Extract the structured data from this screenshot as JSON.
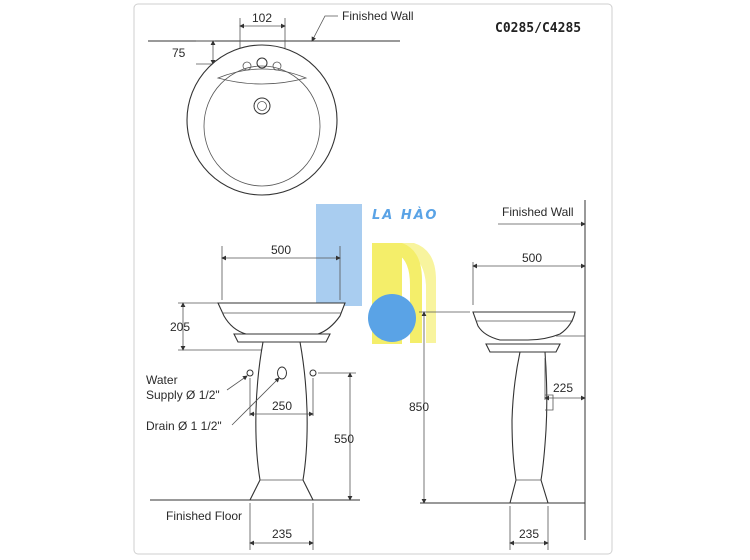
{
  "model_code": "C0285/C4285",
  "watermark": {
    "text": "LA HÀO",
    "colors": {
      "blue": "#5aa3e6",
      "light_blue": "#a9cdf0",
      "yellow": "#f4ee6a"
    }
  },
  "top_view": {
    "dim_width": "102",
    "dim_depth": "75",
    "label_wall": "Finished Wall"
  },
  "front_view": {
    "dim_bowl_width": "500",
    "dim_bowl_height": "205",
    "dim_pedestal_width": "250",
    "dim_supply_height": "550",
    "dim_base_width": "235",
    "label_water_line1": "Water",
    "label_water_line2": "Supply Ø 1/2\"",
    "label_drain": "Drain Ø 1 1/2\"",
    "label_floor": "Finished Floor"
  },
  "side_view": {
    "label_wall": "Finished Wall",
    "dim_bowl_depth": "500",
    "dim_total_height": "850",
    "dim_wall_offset": "225",
    "dim_base_width": "235"
  }
}
